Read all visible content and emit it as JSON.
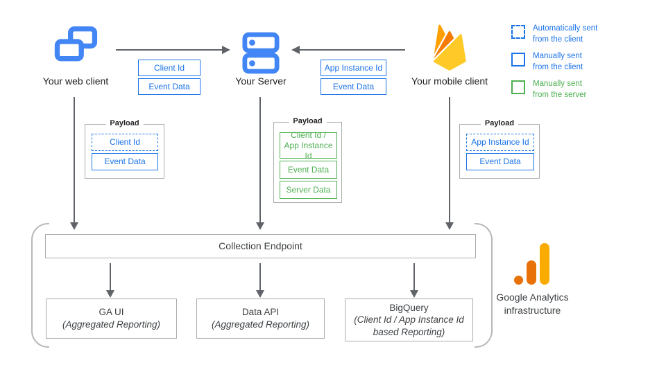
{
  "colors": {
    "icon_blue": "#4285F4",
    "accent_blue": "#1A73E8",
    "accent_green": "#4CAF50",
    "arrow_gray": "#5F6368",
    "firebase_yellow": "#FFCA28",
    "firebase_orange": "#F57C00",
    "firebase_amber": "#FFA000",
    "ga_orange": "#E8710A",
    "ga_amber": "#F9AB00"
  },
  "nodes": {
    "web_client": {
      "label": "Your web client",
      "icon": "overlapping-windows-icon"
    },
    "server": {
      "label": "Your Server",
      "icon": "server-stack-icon"
    },
    "mobile_client": {
      "label": "Your mobile client",
      "icon": "firebase-icon"
    }
  },
  "arrows": {
    "web_to_server": {
      "direction": "right",
      "labels": [
        {
          "text": "Client Id",
          "style": "solid-blue"
        },
        {
          "text": "Event Data",
          "style": "solid-blue"
        }
      ]
    },
    "mobile_to_server": {
      "direction": "left",
      "labels": [
        {
          "text": "App Instance Id",
          "style": "solid-blue"
        },
        {
          "text": "Event Data",
          "style": "solid-blue"
        }
      ]
    }
  },
  "legend": {
    "items": [
      {
        "swatch": "dashed-blue",
        "label": "Automatically sent\nfrom the client"
      },
      {
        "swatch": "solid-blue",
        "label": "Manually sent\nfrom the client"
      },
      {
        "swatch": "solid-green",
        "label": "Manually sent\nfrom the server"
      }
    ]
  },
  "payloads": [
    {
      "title": "Payload",
      "items": [
        {
          "text": "Client Id",
          "style": "dashed-blue"
        },
        {
          "text": "Event Data",
          "style": "solid-blue"
        }
      ]
    },
    {
      "title": "Payload",
      "items": [
        {
          "text": "Client Id /\nApp Instance Id",
          "style": "solid-green"
        },
        {
          "text": "Event Data",
          "style": "solid-green"
        },
        {
          "text": "Server Data",
          "style": "solid-green"
        }
      ]
    },
    {
      "title": "Payload",
      "items": [
        {
          "text": "App Instance Id",
          "style": "dashed-blue"
        },
        {
          "text": "Event Data",
          "style": "solid-blue"
        }
      ]
    }
  ],
  "infrastructure": {
    "collection_endpoint": "Collection Endpoint",
    "outputs": [
      {
        "title": "GA UI",
        "subtitle": "(Aggregated Reporting)"
      },
      {
        "title": "Data API",
        "subtitle": "(Aggregated Reporting)"
      },
      {
        "title": "BigQuery",
        "subtitle": "(Client Id / App Instance Id\nbased Reporting)"
      }
    ],
    "caption": "Google Analytics\ninfrastructure"
  }
}
